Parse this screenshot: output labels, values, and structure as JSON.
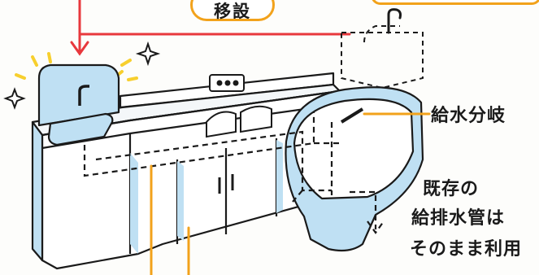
{
  "labels": {
    "relocation": "移設",
    "branch": "給水分岐",
    "existing_line1": "既存の",
    "existing_line2": "給排水管は",
    "existing_line3": "そのまま利用"
  },
  "colors": {
    "water_blue": "#bfe0f3",
    "arrow_red": "#e8383d",
    "accent_orange": "#f2a21b",
    "sparkle_yellow": "#f7cf2e",
    "ink": "#1a1a1a"
  }
}
